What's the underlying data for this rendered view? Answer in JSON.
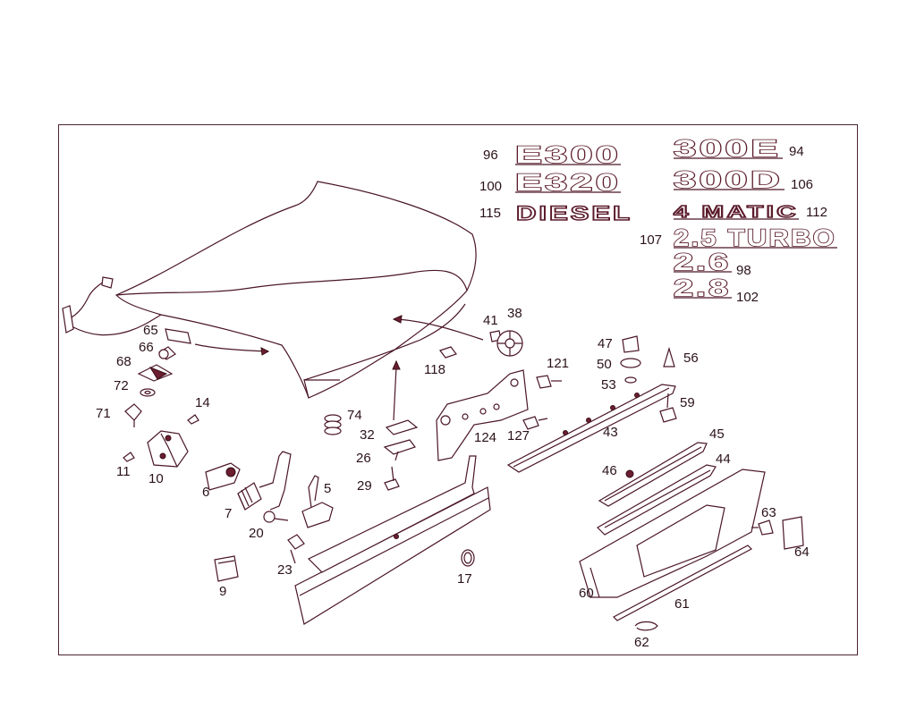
{
  "labels": {
    "n96": "96",
    "n100": "100",
    "n115": "115",
    "n94": "94",
    "n106": "106",
    "n112": "112",
    "n107": "107",
    "n98": "98",
    "n102": "102",
    "n65": "65",
    "n66": "66",
    "n68": "68",
    "n72": "72",
    "n71": "71",
    "n14": "14",
    "n11": "11",
    "n10": "10",
    "n6": "6",
    "n7": "7",
    "n5": "5",
    "n20": "20",
    "n23": "23",
    "n9": "9",
    "n74": "74",
    "n32": "32",
    "n26": "26",
    "n29": "29",
    "n17": "17",
    "n41": "41",
    "n38": "38",
    "n118": "118",
    "n121": "121",
    "n124": "124",
    "n127": "127",
    "n47": "47",
    "n50": "50",
    "n53": "53",
    "n56": "56",
    "n59": "59",
    "n43": "43",
    "n45": "45",
    "n46": "46",
    "n44": "44",
    "n63": "63",
    "n64": "64",
    "n60": "60",
    "n61": "61",
    "n62": "62"
  },
  "badges": {
    "e300": "E300",
    "e320": "E320",
    "diesel": "DIESEL",
    "b300e": "300E",
    "b300d": "300D",
    "matic": "4 MATIC",
    "turbo": "2.5 TURBO",
    "b26": "2.6",
    "b28": "2.8"
  }
}
